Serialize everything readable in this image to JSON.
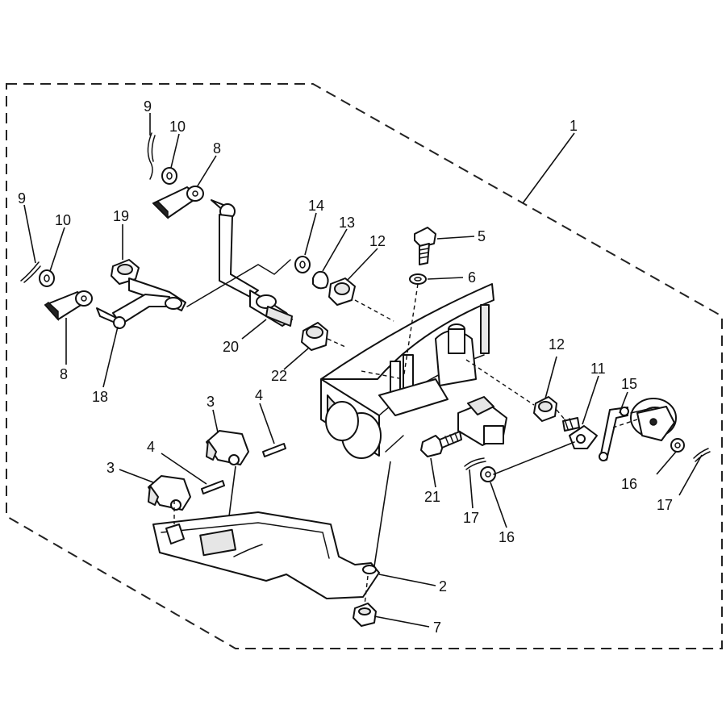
{
  "callouts": [
    {
      "id": "c1",
      "label": "1"
    },
    {
      "id": "c2",
      "label": "2"
    },
    {
      "id": "c3a",
      "label": "3"
    },
    {
      "id": "c3b",
      "label": "3"
    },
    {
      "id": "c4a",
      "label": "4"
    },
    {
      "id": "c4b",
      "label": "4"
    },
    {
      "id": "c5",
      "label": "5"
    },
    {
      "id": "c6",
      "label": "6"
    },
    {
      "id": "c7",
      "label": "7"
    },
    {
      "id": "c8a",
      "label": "8"
    },
    {
      "id": "c8b",
      "label": "8"
    },
    {
      "id": "c9a",
      "label": "9"
    },
    {
      "id": "c9b",
      "label": "9"
    },
    {
      "id": "c10a",
      "label": "10"
    },
    {
      "id": "c10b",
      "label": "10"
    },
    {
      "id": "c11",
      "label": "11"
    },
    {
      "id": "c12a",
      "label": "12"
    },
    {
      "id": "c12b",
      "label": "12"
    },
    {
      "id": "c13",
      "label": "13"
    },
    {
      "id": "c14",
      "label": "14"
    },
    {
      "id": "c15",
      "label": "15"
    },
    {
      "id": "c16a",
      "label": "16"
    },
    {
      "id": "c16b",
      "label": "16"
    },
    {
      "id": "c17a",
      "label": "17"
    },
    {
      "id": "c17b",
      "label": "17"
    },
    {
      "id": "c18",
      "label": "18"
    },
    {
      "id": "c19",
      "label": "19"
    },
    {
      "id": "c20",
      "label": "20"
    },
    {
      "id": "c21",
      "label": "21"
    },
    {
      "id": "c22",
      "label": "22"
    }
  ]
}
